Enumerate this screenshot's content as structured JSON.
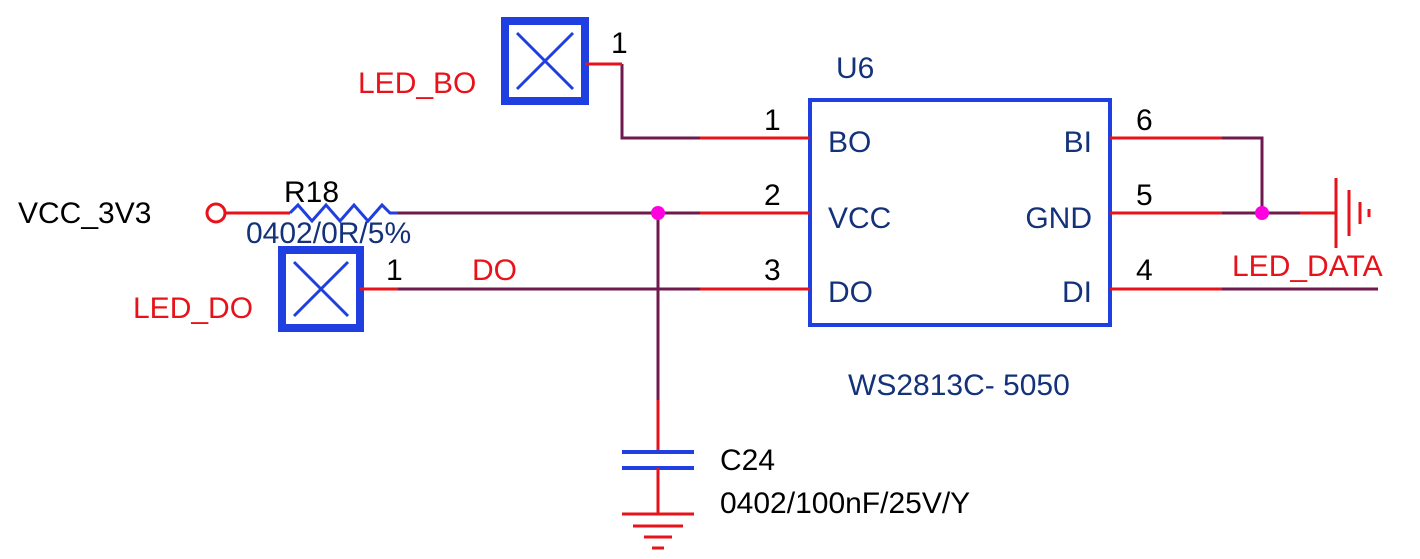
{
  "colors": {
    "wire": "#6e1a4c",
    "pin": "#e8131a",
    "component": "#1f3fe0",
    "junction": "#ff00e0",
    "label_red": "#e8131a",
    "label_blue": "#14327a",
    "label_black": "#000000"
  },
  "ic": {
    "refdes": "U6",
    "part": "WS2813C- 5050",
    "pins_left": [
      {
        "num": "1",
        "name": "BO"
      },
      {
        "num": "2",
        "name": "VCC"
      },
      {
        "num": "3",
        "name": "DO"
      }
    ],
    "pins_right": [
      {
        "num": "6",
        "name": "BI"
      },
      {
        "num": "5",
        "name": "GND"
      },
      {
        "num": "4",
        "name": "DI"
      }
    ]
  },
  "resistor": {
    "refdes": "R18",
    "value": "0402/0R/5%"
  },
  "capacitor": {
    "refdes": "C24",
    "value": "0402/100nF/25V/Y"
  },
  "power": {
    "vcc_label": "VCC_3V3"
  },
  "connectors": {
    "led_bo": {
      "label": "LED_BO",
      "pin": "1"
    },
    "led_do": {
      "label": "LED_DO",
      "pin": "1"
    }
  },
  "nets": {
    "do": "DO",
    "led_data": "LED_DATA"
  }
}
